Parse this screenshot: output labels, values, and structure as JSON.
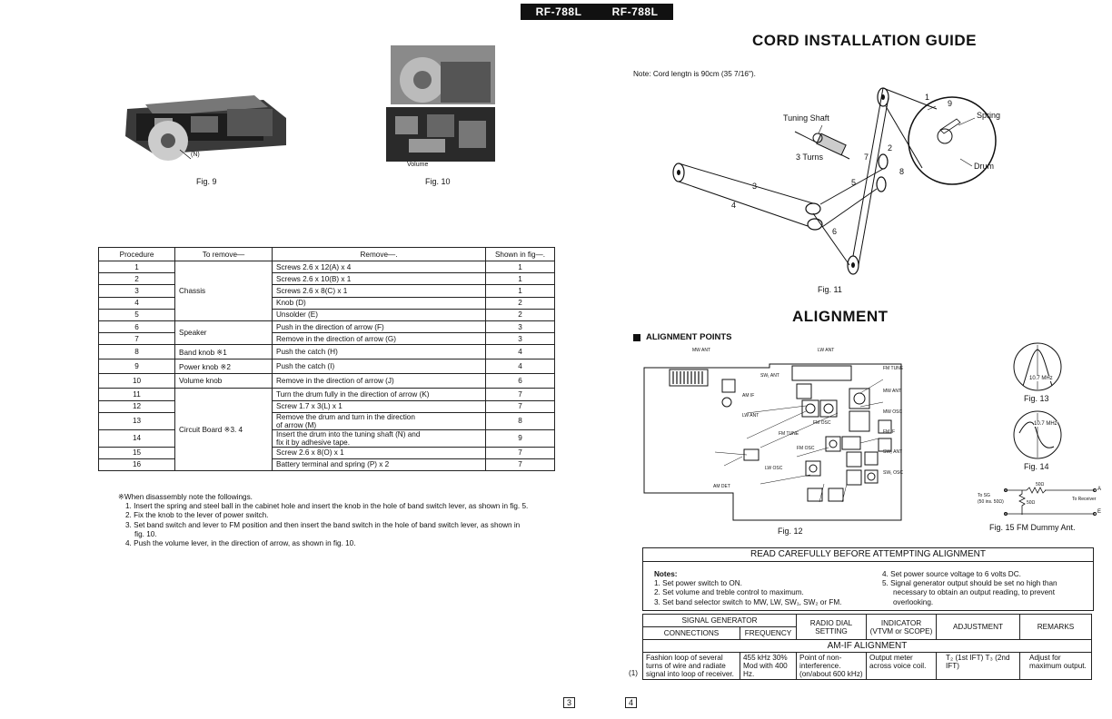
{
  "header": {
    "model_left": "RF-788L",
    "model_right": "RF-788L"
  },
  "figures": {
    "fig9": {
      "caption": "Fig. 9",
      "label_n": "(N)"
    },
    "fig10": {
      "caption": "Fig. 10",
      "label_volume": "Volume"
    },
    "fig11": {
      "caption": "Fig. 11"
    },
    "fig12": {
      "caption": "Fig. 12"
    },
    "fig13": {
      "caption": "Fig. 13",
      "label": "10.7 MHz"
    },
    "fig14": {
      "caption": "Fig. 14",
      "label": "10.7 MHz"
    },
    "fig15": {
      "caption": "Fig. 15 FM Dummy Ant.",
      "to_sg": "To SG",
      "to_sg2": "(50 ins. 50Ω)",
      "r1": "50Ω",
      "r2": "50Ω",
      "to_receiver": "To Receiver",
      "a": "A",
      "e": "E"
    }
  },
  "procedure_table": {
    "headers": [
      "Procedure",
      "To remove—",
      "Remove—.",
      "Shown in fig—."
    ],
    "rows": [
      {
        "num": "1",
        "remove": "Screws 2.6 x 12(A) x 4",
        "fig": "1"
      },
      {
        "num": "2",
        "remove": "Screws 2.6 x 10(B) x 1",
        "fig": "1"
      },
      {
        "num": "3",
        "remove": "Screws 2.6 x 8(C) x 1",
        "fig": "1"
      },
      {
        "num": "4",
        "remove": "Knob (D)",
        "fig": "2"
      },
      {
        "num": "5",
        "remove": "Unsolder (E)",
        "fig": "2"
      },
      {
        "num": "6",
        "remove": "Push in the direction of arrow (F)",
        "fig": "3"
      },
      {
        "num": "7",
        "remove": "Remove in the direction of arrow (G)",
        "fig": "3"
      },
      {
        "num": "8",
        "remove": "Push the catch (H)",
        "fig": "4"
      },
      {
        "num": "9",
        "remove": "Push the catch (I)",
        "fig": "4"
      },
      {
        "num": "10",
        "remove": "Remove in the direction of arrow (J)",
        "fig": "6"
      },
      {
        "num": "11",
        "remove": "Turn the drum fully in the direction of arrow (K)",
        "fig": "7"
      },
      {
        "num": "12",
        "remove": "Screw 1.7 x 3(L) x 1",
        "fig": "7"
      },
      {
        "num": "13",
        "remove": "Remove the drum and turn in the direction",
        "remove2": "of arrow (M)",
        "fig": "8"
      },
      {
        "num": "14",
        "remove": "Insert the drum into the tuning shaft (N) and",
        "remove2": "fix it by adhesive tape.",
        "fig": "9"
      },
      {
        "num": "15",
        "remove": "Screw 2.6 x 8(O) x 1",
        "fig": "7"
      },
      {
        "num": "16",
        "remove": "Battery terminal and spring (P) x 2",
        "fig": "7"
      }
    ],
    "groups": {
      "chassis": "Chassis",
      "speaker": "Speaker",
      "band_knob": "Band knob ※1",
      "power_knob": "Power knob ※2",
      "volume_knob": "Volume knob",
      "circuit_board": "Circuit Board ※3. 4"
    }
  },
  "notes_left": {
    "intro": "※When disassembly note the followings.",
    "items": [
      "1. Insert the spring and steel ball in the cabinet hole and insert the knob in the hole of band switch lever, as shown in fig. 5.",
      "2. Fix the knob to the lever of power switch.",
      "3. Set band switch and lever to FM position and then insert the band switch in the hole of band switch lever, as shown in",
      "fig. 10.",
      "4. Push the volume lever, in the direction of arrow, as shown in fig. 10."
    ]
  },
  "cord": {
    "title": "CORD INSTALLATION GUIDE",
    "note": "Note: Cord lengtn is 90cm (35 7/16\").",
    "labels": {
      "tuning_shaft": "Tuning Shaft",
      "turns": "3 Turns",
      "spring": "Spring",
      "drum": "Drum",
      "n1": "1",
      "n2": "2",
      "n3": "3",
      "n4": "4",
      "n5": "5",
      "n6": "6",
      "n7": "7",
      "n8": "8",
      "n9": "9"
    }
  },
  "alignment": {
    "title": "ALIGNMENT",
    "points_title": "ALIGNMENT POINTS",
    "box_title": "READ CAREFULLY BEFORE ATTEMPTING ALIGNMENT",
    "notes_label": "Notes:",
    "notes_left": [
      "1. Set power switch to ON.",
      "2. Set volume and treble control to maximum.",
      "3. Set band selector switch to MW, LW, SW₁, SW₂ or FM."
    ],
    "notes_right": [
      "4. Set power source voltage to 6 volts DC.",
      "5. Signal generator output should be set no high than",
      "necessary to obtain an output reading, to prevent",
      "overlooking."
    ],
    "table": {
      "signal_generator": "SIGNAL GENERATOR",
      "connections": "CONNECTIONS",
      "frequency": "FREQUENCY",
      "radio_dial": "RADIO DIAL SETTING",
      "indicator": "INDICATOR (VTVM or SCOPE)",
      "adjustment": "ADJUSTMENT",
      "remarks": "REMARKS",
      "section": "AM-IF ALIGNMENT",
      "row_num": "(1)",
      "row": {
        "connections": "Fashion loop of several turns of wire and radiate signal into loop of receiver.",
        "frequency": "455 kHz 30% Mod with 400 Hz.",
        "dial": "Point of non-interference. (on/about 600 kHz)",
        "indicator": "Output meter across voice coil.",
        "adjustment": "T₂ (1st IFT) T₃ (2nd IFT)",
        "remarks": "Adjust for maximum output."
      }
    }
  },
  "fig12_labels": {
    "mw_ant": "MW ANT",
    "lw_ant": "LW ANT",
    "sw_ant": "SW₁ ANT",
    "fm_tune": "FM TUNE",
    "mw_ant2": "MW ANT",
    "am_if": "AM IF",
    "lw_ant2": "LW ANT",
    "mw_osc": "MW OSC",
    "fm_osc": "FM OSC",
    "fm_if": "FM IF",
    "fm_tune2": "FM TUNE",
    "lw_osc": "LW OSC",
    "sw_osc": "SW₁ OSC",
    "am_det": "AM DET",
    "fm_osc2": "FM OSC",
    "sw2_ant": "SW₂ ANT"
  },
  "page_numbers": {
    "left": "3",
    "right": "4"
  }
}
